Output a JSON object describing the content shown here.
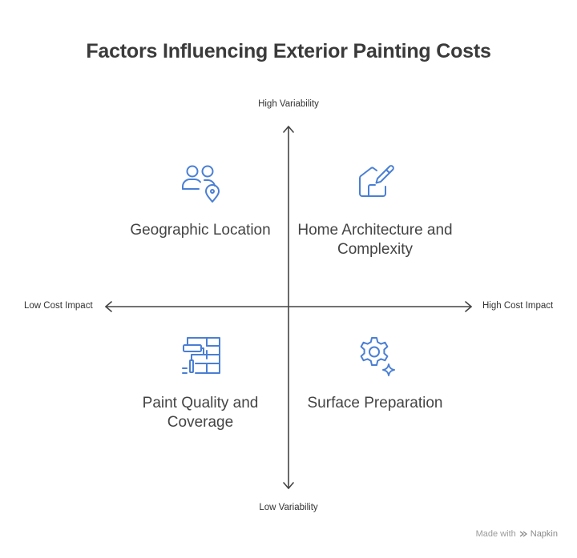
{
  "title": "Factors Influencing Exterior Painting Costs",
  "axes": {
    "top": "High Variability",
    "bottom": "Low Variability",
    "left": "Low Cost Impact",
    "right": "High Cost Impact"
  },
  "quadrants": {
    "top_left": {
      "label": "Geographic Location",
      "icon": "people-location-icon"
    },
    "top_right": {
      "label": "Home Architecture and Complexity",
      "icon": "house-edit-icon"
    },
    "bottom_left": {
      "label": "Paint Quality and Coverage",
      "icon": "paint-roller-wall-icon"
    },
    "bottom_right": {
      "label": "Surface Preparation",
      "icon": "gear-sparkle-icon"
    }
  },
  "credit": {
    "prefix": "Made with",
    "brand": "Napkin"
  },
  "colors": {
    "icon": "#4a7fd4",
    "axis": "#444444",
    "text": "#333333"
  }
}
